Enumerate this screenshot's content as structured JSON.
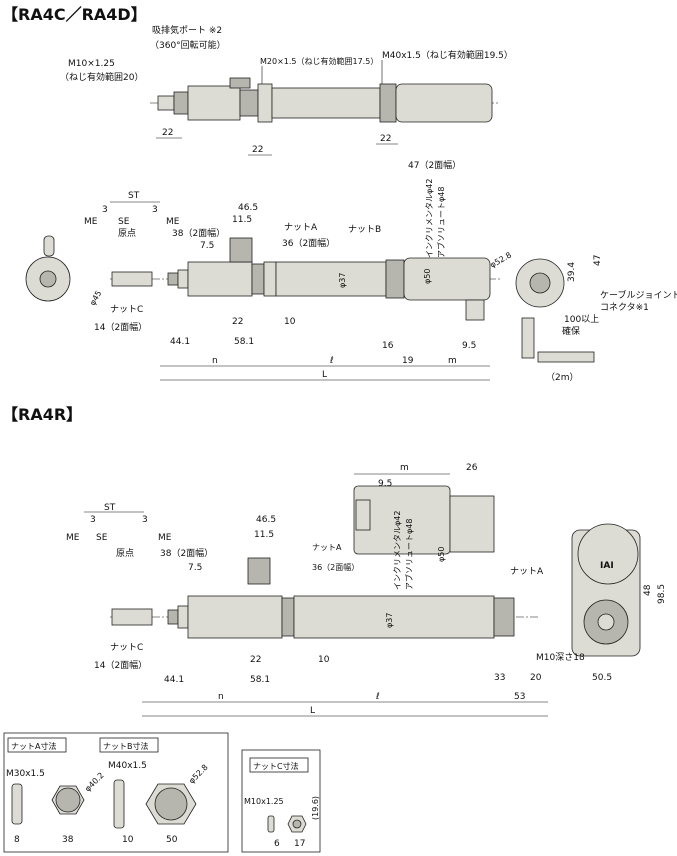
{
  "sections": {
    "ra4c_ra4d_title": "【RA4C／RA4D】",
    "ra4r_title": "【RA4R】"
  },
  "top_view": {
    "m10_thread": "M10×1.25",
    "m10_range": "（ねじ有効範囲20）",
    "exhaust_port": "吸排気ポート ※2",
    "exhaust_rotation": "（360°回転可能）",
    "m20_thread": "M20×1.5（ねじ有効範囲17.5）",
    "m40_thread": "M40x1.5（ねじ有効範囲19.5）",
    "dim_22a": "22",
    "dim_22b": "22",
    "dim_22c": "22"
  },
  "ra4c_side": {
    "st": "ST",
    "three_left": "3",
    "three_right": "3",
    "me_left": "ME",
    "se": "SE",
    "me_right": "ME",
    "origin": "原点",
    "d46_5": "46.5",
    "d11_5": "11.5",
    "nut_a": "ナットA",
    "across38": "38（2面幅）",
    "d7_5": "7.5",
    "across36": "36（2面幅）",
    "nut_b": "ナットB",
    "across47": "47（2面幅）",
    "incremental": "インクリメンタルφ42",
    "absolute": "アブソリュートφ48",
    "phi37": "φ37",
    "phi50": "φ50",
    "phi45": "φ45",
    "phi52_8": "φ52.8",
    "d39_4": "39.4",
    "d47": "47",
    "cable_joint": "ケーブルジョイント",
    "connector": "コネクタ※1",
    "d100": "100以上",
    "secure": "確保",
    "nut_c": "ナットC",
    "across14": "14（2面幅）",
    "d22": "22",
    "d10": "10",
    "d16": "16",
    "d9_5": "9.5",
    "d44_1": "44.1",
    "d58_1": "58.1",
    "d19": "19",
    "two_m": "（2m）",
    "n": "n",
    "l_script": "ℓ",
    "m": "m",
    "L": "L"
  },
  "ra4r_side": {
    "st": "ST",
    "three_left": "3",
    "three_right": "3",
    "me_left": "ME",
    "se": "SE",
    "me_right": "ME",
    "origin": "原点",
    "d46_5": "46.5",
    "d11_5": "11.5",
    "across38": "38（2面幅）",
    "d7_5": "7.5",
    "nut_a": "ナットA",
    "across36": "36（2面幅）",
    "m": "m",
    "d26": "26",
    "d9_5": "9.5",
    "incremental": "インクリメンタルφ42",
    "absolute": "アブソリュートφ48",
    "phi50": "φ50",
    "phi37": "φ37",
    "nut_a2": "ナットA",
    "d48": "48",
    "d98_5": "98.5",
    "m10_depth": "M10深さ18",
    "nut_c": "ナットC",
    "across14": "14（2面幅）",
    "d22": "22",
    "d10": "10",
    "d44_1": "44.1",
    "d58_1": "58.1",
    "d33": "33",
    "d20": "20",
    "d50_5": "50.5",
    "n": "n",
    "l_script": "ℓ",
    "d53": "53",
    "L": "L",
    "logo": "IAI"
  },
  "nut_ab": {
    "nut_a_label": "ナットA寸法",
    "nut_b_label": "ナットB寸法",
    "m30": "M30x1.5",
    "m40": "M40x1.5",
    "phi40_2": "φ40.2",
    "phi52_8": "φ52.8",
    "d8": "8",
    "d38": "38",
    "d10": "10",
    "d50": "50"
  },
  "nut_c_box": {
    "label": "ナットC寸法",
    "m10": "M10x1.25",
    "d19_6": "(19.6)",
    "d6": "6",
    "d17": "17"
  }
}
